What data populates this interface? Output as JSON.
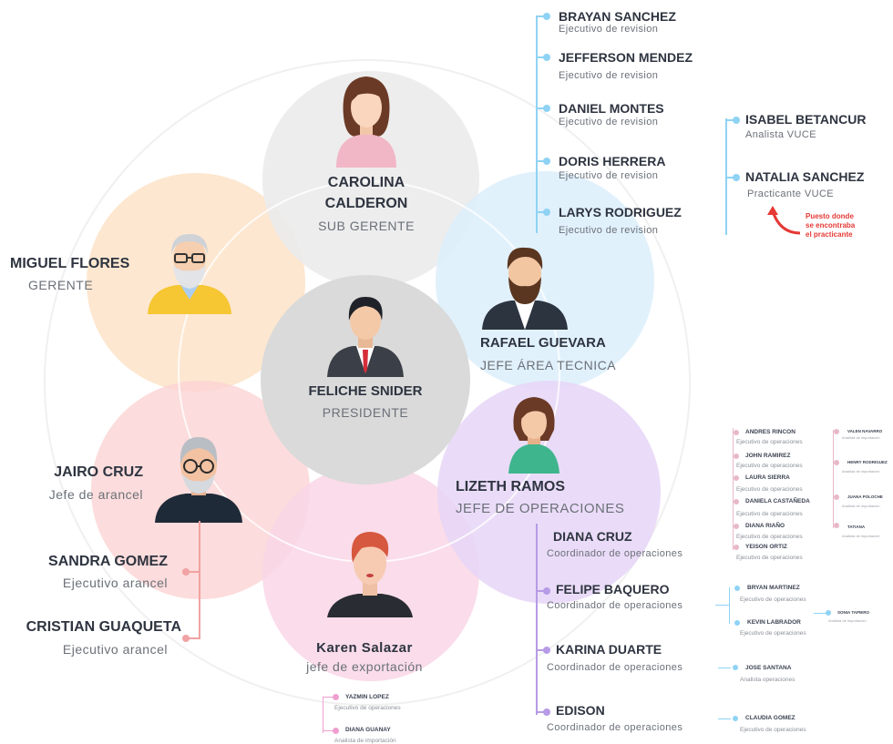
{
  "colors": {
    "presidente": "#d8d8d8",
    "sub_gerente": "#e9e9e9",
    "gerente": "#fde3c8",
    "tecnica": "#dceffb",
    "operaciones": "#e6d6f7",
    "arancel": "#fbd3d3",
    "exportacion": "#f9d6e6",
    "line_blue": "#8fd3f4",
    "line_purple": "#b79be6",
    "line_pink": "#f1a2a2",
    "line_magenta": "#ef9fcf",
    "arrow": "#e53935"
  },
  "center": {
    "name": "FELICHE SNIDER",
    "role": "PRESIDENTE"
  },
  "sub_gerente": {
    "name1": "CAROLINA",
    "name2": "CALDERON",
    "role": "SUB GERENTE"
  },
  "gerente": {
    "name": "MIGUEL  FLORES",
    "role": "GERENTE"
  },
  "tecnica": {
    "name": "RAFAEL GUEVARA",
    "role": "JEFE ÁREA TECNICA"
  },
  "operaciones": {
    "name": "LIZETH RAMOS",
    "role": "JEFE DE OPERACIONES"
  },
  "arancel": {
    "name": "JAIRO CRUZ",
    "role": "Jefe de arancel"
  },
  "exportacion": {
    "name": "Karen Salazar",
    "role": "jefe de exportación"
  },
  "revision_team": [
    {
      "name": "BRAYAN SANCHEZ",
      "role": "Ejecutivo de revision"
    },
    {
      "name": "JEFFERSON MENDEZ",
      "role": "Ejecutivo de revision"
    },
    {
      "name": "DANIEL MONTES",
      "role": "Ejecutivo de revision"
    },
    {
      "name": "DORIS HERRERA",
      "role": "Ejecutivo de revision"
    },
    {
      "name": "LARYS  RODRIGUEZ",
      "role": "Ejecutivo de revision"
    }
  ],
  "vuce_team": [
    {
      "name": "ISABEL BETANCUR",
      "role": "Analista VUCE"
    },
    {
      "name": "NATALIA SANCHEZ",
      "role": "Practicante VUCE"
    }
  ],
  "practicante_note": [
    "Puesto      donde",
    "se      encontraba",
    "el practicante"
  ],
  "arancel_team": [
    {
      "name": "SANDRA GOMEZ",
      "role": "Ejecutivo arancel"
    },
    {
      "name": "CRISTIAN GUAQUETA",
      "role": "Ejecutivo arancel"
    }
  ],
  "coordinators": [
    {
      "name": "DIANA CRUZ",
      "role": "Coordinador de operaciones"
    },
    {
      "name": "FELIPE BAQUERO",
      "role": "Coordinador de operaciones"
    },
    {
      "name": "KARINA DUARTE",
      "role": "Coordinador de operaciones"
    },
    {
      "name": "EDISON",
      "role": "Coordinador de operaciones"
    }
  ],
  "diana_team": [
    {
      "name": "ANDRES RINCON",
      "role": "Ejecutivo de operaciones"
    },
    {
      "name": "JOHN RAMIREZ",
      "role": "Ejecutivo de operaciones"
    },
    {
      "name": "LAURA SIERRA",
      "role": "Ejecutivo de operaciones"
    },
    {
      "name": "DANIELA CASTAÑEDA",
      "role": "Ejecutivo de operaciones"
    },
    {
      "name": "DIANA RIAÑO",
      "role": "Ejecutivo de operaciones"
    },
    {
      "name": "YEISON ORTIZ",
      "role": "Ejecutivo de operaciones"
    }
  ],
  "import_team": [
    {
      "name": "VALEN NAVARRO",
      "role": "Analista de importación"
    },
    {
      "name": "HENRY RODRIGUEZ",
      "role": "Analista de importación"
    },
    {
      "name": "JUANA POLOCHE",
      "role": "Analista de importación"
    },
    {
      "name": "TATIANA",
      "role": "Analista de importación"
    }
  ],
  "felipe_team": [
    {
      "name": "BRYAN MARTINEZ",
      "role": "Ejecutivo de operaciones"
    },
    {
      "name": "KEVIN LABRADOR",
      "role": "Ejecutivo de operaciones"
    }
  ],
  "kevin_team": [
    {
      "name": "SONIA TAPIERO",
      "role": "Analista de importación"
    }
  ],
  "karina_team": [
    {
      "name": "JOSE SANTANA",
      "role": "Analista operaciones"
    }
  ],
  "edison_team": [
    {
      "name": "CLAUDIA  GOMEZ",
      "role": "Ejecutivo de operaciones"
    }
  ],
  "export_team": [
    {
      "name": "YAZMIN  LOPEZ",
      "role": "Ejecutivo de operaciones"
    },
    {
      "name": "DIANA GUANAY",
      "role": "Analista de importación"
    }
  ],
  "icons": [
    "woman-avatar-icon",
    "old-man-avatar-icon",
    "president-avatar-icon",
    "bearded-man-avatar-icon",
    "woman-green-avatar-icon",
    "bald-glasses-man-avatar-icon",
    "redhead-woman-avatar-icon",
    "curved-arrow-icon"
  ]
}
